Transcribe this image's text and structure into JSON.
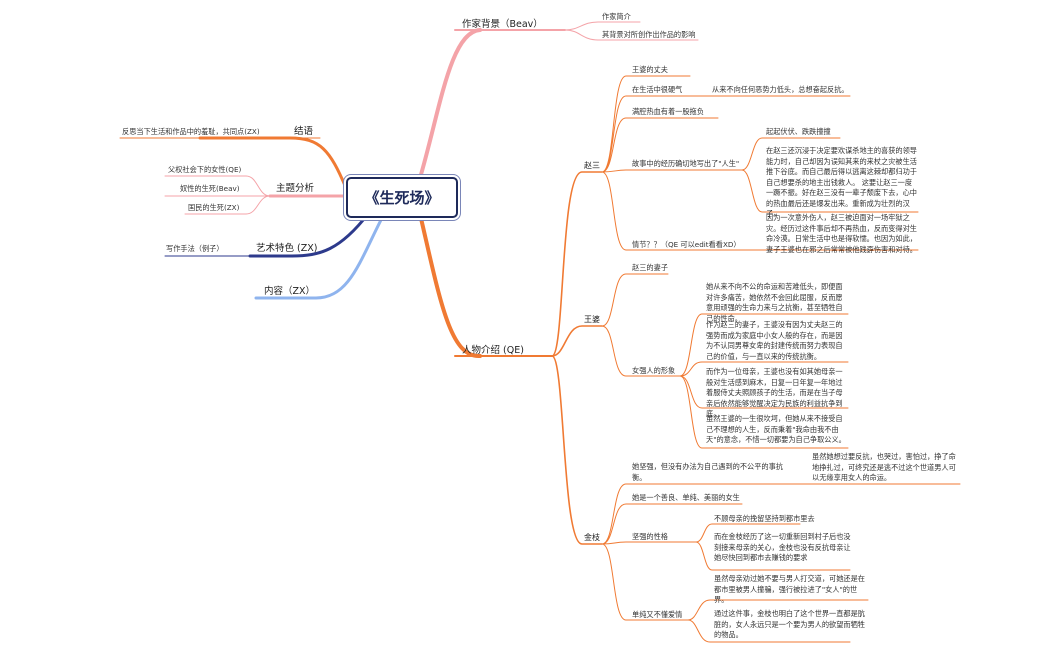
{
  "root": "《生死场》",
  "colors": {
    "pink": "#f4a3a8",
    "orange": "#f07a33",
    "navy": "#2d3a8c",
    "blue": "#8fb4ee",
    "root": "#1e2a5a"
  },
  "right": {
    "bg": {
      "label": "作家背景（Beav）",
      "items": [
        "作家简介",
        "其背景对所创作出作品的影响"
      ]
    },
    "chars": {
      "label": "人物介绍 (QE)",
      "zhao": {
        "label": "赵三",
        "items": {
          "i1": "王婆的丈夫",
          "i2": "在生活中很硬气",
          "i2a": "从来不向任何恶势力低头，总想奋起反抗。",
          "i3": "满腔热血有着一股拖负",
          "i4": "故事中的经历确切地写出了\"人生\"",
          "i4a": "起起伏伏、跌跌撞撞",
          "i4b": "在赵三还沉浸于决定要欢谋杀地主的喜获的领导能力时，自己却因为误知其来的来杖之灾被生活推下谷底。而自己最后得以逃离这棘却都归功于自己想要杀的地主出钱救人。 这要让赵三一度一蹶不振。好在赵三没有一辈子颓废下去，心中的热血最后还是爆发出来。重新成为壮烈的汉子。",
          "i5": "情节？？（QE 可以edit看看XD）",
          "i5a": "因为一次意外伤人，赵三被迫面对一场牢狱之灾。经历过这件事后却不再热血，反而变得对生命冷漠。日常生活中也是得软懦。也因为如此，妻子王婆也在邪之后常常被他践孬伤害和对待。"
        }
      },
      "wang": {
        "label": "王婆",
        "items": {
          "i1": "赵三的妻子",
          "i2": "女强人的形象",
          "p1": "她从来不向不公的命运和苦难低头，即便面对许多痛苦，她依然不会回此屈服，反而愿意用顽强的生命力来与之抗衡，甚至牺牲自己的性命。",
          "p2": "作为赵三的妻子，王婆没有因为丈夫赵三的强势而成为家庭中小女人般的存在，而是因为不认同男尊女卑的封建传统而努力表现自己的价值，与一直以来的传统抗衡。",
          "p3": "而作为一位母亲，王婆也没有如其她母亲一般对生活感到麻木，日复一日年复一年地过着服侍丈夫照顾孩子的生活，而是在当子母亲后依然能够觉醒决定为民族的利益抗争到底。",
          "p4": "虽然王婆的一生很坎坷，但她从来不接受自己不理想的人生，反而秉着\"我命由我不由天\"的意念，不惜一切都要为自己争取公义。"
        }
      },
      "jin": {
        "label": "金枝",
        "items": {
          "i1": "她坚强，但没有办法为自己遇到的不公平的事抗衡。",
          "i1a": "虽然她想过要反抗，也哭过，害怕过，挣了命地挣扎过，可终究还是逃不过这个世道男人可以无缘享用女人的命运。",
          "i2": "她是一个善良、单纯、美丽的女生",
          "i3": "坚强的性格",
          "i3a": "不顾母亲的挽留坚持到都市里去",
          "i3b": "而在金枝经历了这一切重新回到村子后也没刻接来母亲的关心，金枝也没有反抗母亲让她尽快回到都市去赚钱的要求",
          "i4": "单纯又不懂爱情",
          "i4a": "虽然母亲劝过她不要与男人打交道，可她还是在都市里被男人撞骗，强行被拉进了\"女人\"的世界。",
          "i4b": "通过这件事，金枝也明白了这个世界一直都是肮脏的，女人永远只是一个要为男人的欲望而牺牲的物品。"
        }
      }
    }
  },
  "left": {
    "conclusion": {
      "label": "结语",
      "items": [
        "反思当下生活和作品中的羞耻，共同点(ZX)"
      ]
    },
    "theme": {
      "label": "主题分析",
      "items": [
        "父权社会下的女性(QE)",
        "奴性的生死(Beav)",
        "国民的生死(ZX)"
      ]
    },
    "art": {
      "label": "艺术特色 (ZX)",
      "items": [
        "写作手法（例子）"
      ]
    },
    "content": {
      "label": "内容（ZX）"
    }
  }
}
